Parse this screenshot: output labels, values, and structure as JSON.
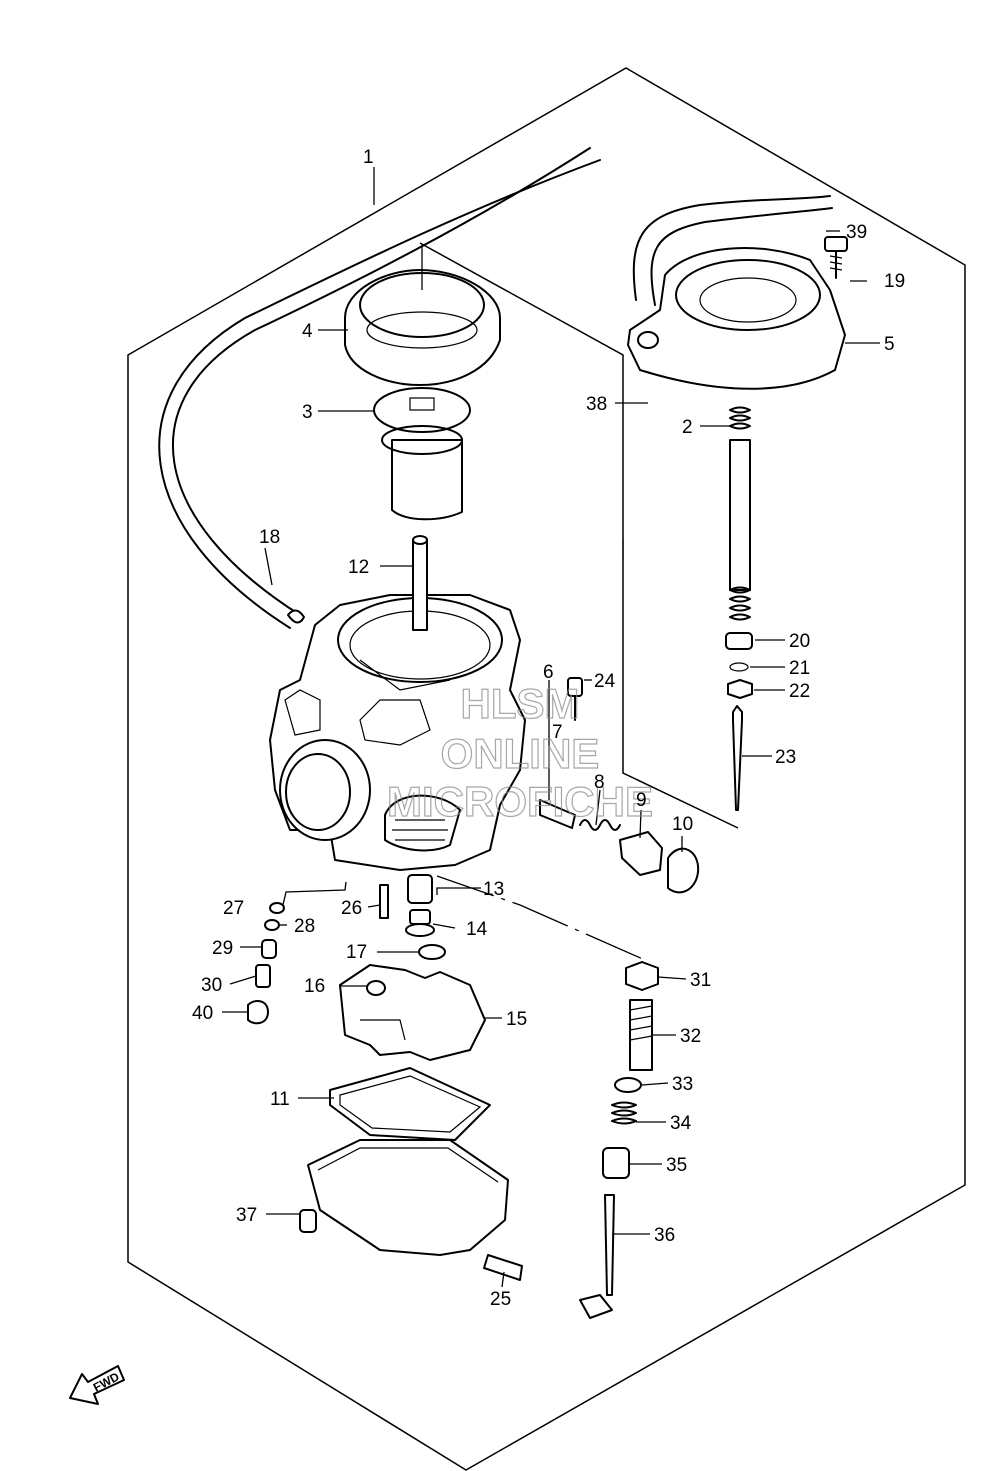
{
  "diagram": {
    "labels": [
      {
        "id": "1",
        "text": "1"
      },
      {
        "id": "2",
        "text": "2"
      },
      {
        "id": "3",
        "text": "3"
      },
      {
        "id": "4",
        "text": "4"
      },
      {
        "id": "5",
        "text": "5"
      },
      {
        "id": "6",
        "text": "6"
      },
      {
        "id": "7",
        "text": "7"
      },
      {
        "id": "8",
        "text": "8"
      },
      {
        "id": "9",
        "text": "9"
      },
      {
        "id": "10",
        "text": "10"
      },
      {
        "id": "11",
        "text": "11"
      },
      {
        "id": "12",
        "text": "12"
      },
      {
        "id": "13",
        "text": "13"
      },
      {
        "id": "14",
        "text": "14"
      },
      {
        "id": "15",
        "text": "15"
      },
      {
        "id": "16",
        "text": "16"
      },
      {
        "id": "17",
        "text": "17"
      },
      {
        "id": "18",
        "text": "18"
      },
      {
        "id": "19",
        "text": "19"
      },
      {
        "id": "20",
        "text": "20"
      },
      {
        "id": "21",
        "text": "21"
      },
      {
        "id": "22",
        "text": "22"
      },
      {
        "id": "23",
        "text": "23"
      },
      {
        "id": "24",
        "text": "24"
      },
      {
        "id": "25",
        "text": "25"
      },
      {
        "id": "26",
        "text": "26"
      },
      {
        "id": "27",
        "text": "27"
      },
      {
        "id": "28",
        "text": "28"
      },
      {
        "id": "29",
        "text": "29"
      },
      {
        "id": "30",
        "text": "30"
      },
      {
        "id": "31",
        "text": "31"
      },
      {
        "id": "32",
        "text": "32"
      },
      {
        "id": "33",
        "text": "33"
      },
      {
        "id": "34",
        "text": "34"
      },
      {
        "id": "35",
        "text": "35"
      },
      {
        "id": "36",
        "text": "36"
      },
      {
        "id": "37",
        "text": "37"
      },
      {
        "id": "38",
        "text": "38"
      },
      {
        "id": "39",
        "text": "39"
      },
      {
        "id": "40",
        "text": "40"
      }
    ],
    "fwd_arrow": "FWD",
    "watermark": [
      "HLSM",
      "ONLINE",
      "MICROFICHE"
    ],
    "colors": {
      "line": "#000000",
      "background": "#ffffff",
      "watermark": "#8a8a8a"
    }
  }
}
